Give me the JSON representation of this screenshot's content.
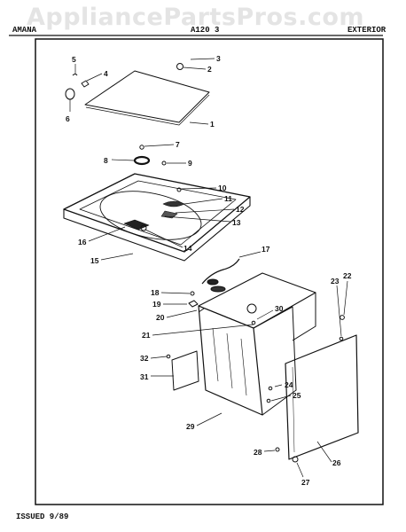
{
  "watermark": "AppliancePartsPros.com",
  "header": {
    "left": "AMANA",
    "center": "A120 3",
    "right": "EXTERIOR"
  },
  "footer": {
    "issued": "ISSUED 9/89"
  },
  "callouts": [
    "1",
    "2",
    "3",
    "4",
    "5",
    "6",
    "7",
    "8",
    "9",
    "10",
    "11",
    "12",
    "13",
    "14",
    "15",
    "16",
    "17",
    "18",
    "19",
    "20",
    "21",
    "22",
    "23",
    "24",
    "25",
    "26",
    "27",
    "28",
    "29",
    "30",
    "31",
    "32"
  ]
}
